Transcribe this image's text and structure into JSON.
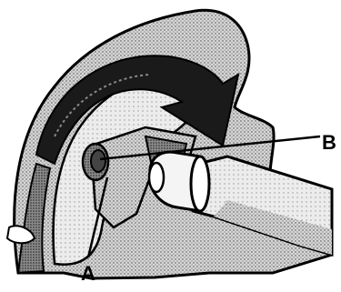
{
  "callouts": [
    {
      "id": "A",
      "text": "A"
    },
    {
      "id": "B",
      "text": "B"
    }
  ]
}
